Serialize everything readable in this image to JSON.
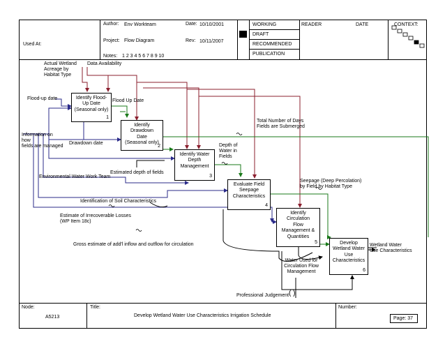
{
  "header": {
    "used_at_label": "Used At:",
    "author_label": "Author:",
    "author_value": "Env Workteam",
    "date_label": "Date:",
    "date_value": "10/10/2001",
    "project_label": "Project:",
    "project_value": "Flow Diagram",
    "rev_label": "Rev:",
    "rev_value": "10/11/2007",
    "notes_label": "Notes:",
    "notes_value": "1 2 3 4 5 6 7 8 9 10",
    "status": [
      "WORKING",
      "DRAFT",
      "RECOMMENDED",
      "PUBLICATION"
    ],
    "reader_label": "READER",
    "date_col_label": "DATE",
    "context_label": "CONTEXT:"
  },
  "footer": {
    "node_label": "Node:",
    "node_value": "A5213",
    "title_label": "Title:",
    "title_value": "Develop Wetland Water Use Characteristics Irrigation Schedule",
    "number_label": "Number:",
    "page_value": "Page: 37"
  },
  "boxes": [
    {
      "label": "Identify Flood-\nUp Date\n(Seasonal only)",
      "num": "1"
    },
    {
      "label": "Identify\nDrawdown\nDate\n(Seasonal only)",
      "num": "2"
    },
    {
      "label": "Identify Water\nDepth\nManagement",
      "num": "3"
    },
    {
      "label": "Evaluate Field\nSeepage\nCharacteristics",
      "num": "4"
    },
    {
      "label": "Identify\nCirculation\nFlow\nManagement &\nQuantities",
      "num": "5"
    },
    {
      "label": "Develop\nWetland Water\nUse\nCharacteristics",
      "num": "6"
    }
  ],
  "labels": {
    "actual_wetland": "Actual Wetland\nAcreage by\nHabitat Type",
    "data_availability": "Data Availability",
    "flood_up_date_in": "Flood-up date",
    "flood_up_date_out": "Flood Up Date",
    "info_on_fields": "Information on\nhow\nfields are managed",
    "drawdown_date": "Drawdown date",
    "env_team": "Environmental Water Work Team",
    "estimated_depth": "Estimated depth of fields",
    "total_days": "Total Number of Days\nFields are Submerged",
    "depth_of_water": "Depth of\nWater in\nFields",
    "soil": "Identification of Soil Characteristics",
    "losses": "Estimate of Irrecoverable Losses\n(WP Item 18c)",
    "seepage": "Seepage (Deep Percolation)\nby Field by Habitat Type",
    "gross": "Gross estimate of add'l inflow and outflow for circulation",
    "water_used": "Water Used for\nCirculation Flow\nManagement",
    "wetland_output": "Wetland Water\nUse Characteristics",
    "professional": "Professional Judgement"
  }
}
